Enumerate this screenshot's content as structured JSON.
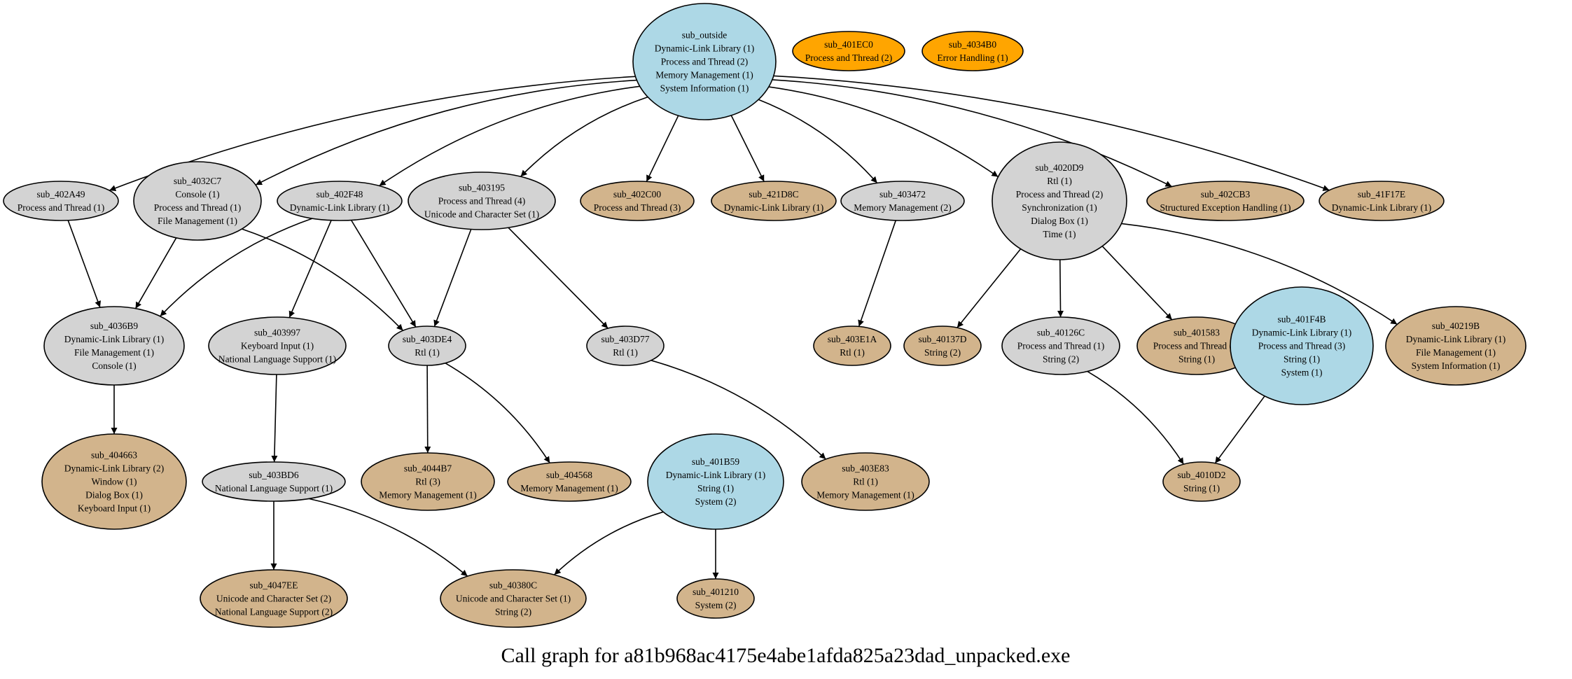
{
  "title": "Call graph for a81b968ac4175e4abe1afda825a23dad_unpacked.exe",
  "colors": {
    "lightblue": "#add8e6",
    "lightgray": "#d3d3d3",
    "tan": "#d2b48c",
    "orange": "#ffa500",
    "stroke": "#000000"
  },
  "nodes": [
    {
      "id": "sub_outside",
      "color": "lightblue",
      "lines": [
        "sub_outside",
        "Dynamic-Link Library (1)",
        "Process and Thread (2)",
        "Memory Management (1)",
        "System Information (1)"
      ]
    },
    {
      "id": "sub_401EC0",
      "color": "orange",
      "lines": [
        "sub_401EC0",
        "Process and Thread (2)"
      ]
    },
    {
      "id": "sub_4034B0",
      "color": "orange",
      "lines": [
        "sub_4034B0",
        "Error Handling (1)"
      ]
    },
    {
      "id": "sub_402A49",
      "color": "lightgray",
      "lines": [
        "sub_402A49",
        "Process and Thread (1)"
      ]
    },
    {
      "id": "sub_4032C7",
      "color": "lightgray",
      "lines": [
        "sub_4032C7",
        "Console (1)",
        "Process and Thread (1)",
        "File Management (1)"
      ]
    },
    {
      "id": "sub_402F48",
      "color": "lightgray",
      "lines": [
        "sub_402F48",
        "Dynamic-Link Library (1)"
      ]
    },
    {
      "id": "sub_403195",
      "color": "lightgray",
      "lines": [
        "sub_403195",
        "Process and Thread (4)",
        "Unicode and Character Set (1)"
      ]
    },
    {
      "id": "sub_402C00",
      "color": "tan",
      "lines": [
        "sub_402C00",
        "Process and Thread (3)"
      ]
    },
    {
      "id": "sub_421D8C",
      "color": "tan",
      "lines": [
        "sub_421D8C",
        "Dynamic-Link Library (1)"
      ]
    },
    {
      "id": "sub_403472",
      "color": "lightgray",
      "lines": [
        "sub_403472",
        "Memory Management (2)"
      ]
    },
    {
      "id": "sub_4020D9",
      "color": "lightgray",
      "lines": [
        "sub_4020D9",
        "Rtl (1)",
        "Process and Thread (2)",
        "Synchronization (1)",
        "Dialog Box (1)",
        "Time (1)"
      ]
    },
    {
      "id": "sub_402CB3",
      "color": "tan",
      "lines": [
        "sub_402CB3",
        "Structured Exception Handling (1)"
      ]
    },
    {
      "id": "sub_41F17E",
      "color": "tan",
      "lines": [
        "sub_41F17E",
        "Dynamic-Link Library (1)"
      ]
    },
    {
      "id": "sub_4036B9",
      "color": "lightgray",
      "lines": [
        "sub_4036B9",
        "Dynamic-Link Library (1)",
        "File Management (1)",
        "Console (1)"
      ]
    },
    {
      "id": "sub_403997",
      "color": "lightgray",
      "lines": [
        "sub_403997",
        "Keyboard Input (1)",
        "National Language Support (1)"
      ]
    },
    {
      "id": "sub_403DE4",
      "color": "lightgray",
      "lines": [
        "sub_403DE4",
        "Rtl (1)"
      ]
    },
    {
      "id": "sub_403D77",
      "color": "lightgray",
      "lines": [
        "sub_403D77",
        "Rtl (1)"
      ]
    },
    {
      "id": "sub_403E1A",
      "color": "tan",
      "lines": [
        "sub_403E1A",
        "Rtl (1)"
      ]
    },
    {
      "id": "sub_40137D",
      "color": "tan",
      "lines": [
        "sub_40137D",
        "String (2)"
      ]
    },
    {
      "id": "sub_40126C",
      "color": "lightgray",
      "lines": [
        "sub_40126C",
        "Process and Thread (1)",
        "String (2)"
      ]
    },
    {
      "id": "sub_401583",
      "color": "tan",
      "lines": [
        "sub_401583",
        "Process and Thread (1)",
        "String (1)"
      ]
    },
    {
      "id": "sub_401F4B",
      "color": "lightblue",
      "lines": [
        "sub_401F4B",
        "Dynamic-Link Library (1)",
        "Process and Thread (3)",
        "String (1)",
        "System (1)"
      ]
    },
    {
      "id": "sub_40219B",
      "color": "tan",
      "lines": [
        "sub_40219B",
        "Dynamic-Link Library (1)",
        "File Management (1)",
        "System Information (1)"
      ]
    },
    {
      "id": "sub_404663",
      "color": "tan",
      "lines": [
        "sub_404663",
        "Dynamic-Link Library (2)",
        "Window (1)",
        "Dialog Box (1)",
        "Keyboard Input (1)"
      ]
    },
    {
      "id": "sub_403BD6",
      "color": "lightgray",
      "lines": [
        "sub_403BD6",
        "National Language Support (1)"
      ]
    },
    {
      "id": "sub_4044B7",
      "color": "tan",
      "lines": [
        "sub_4044B7",
        "Rtl (3)",
        "Memory Management (1)"
      ]
    },
    {
      "id": "sub_404568",
      "color": "tan",
      "lines": [
        "sub_404568",
        "Memory Management (1)"
      ]
    },
    {
      "id": "sub_401B59",
      "color": "lightblue",
      "lines": [
        "sub_401B59",
        "Dynamic-Link Library (1)",
        "String (1)",
        "System (2)"
      ]
    },
    {
      "id": "sub_403E83",
      "color": "tan",
      "lines": [
        "sub_403E83",
        "Rtl (1)",
        "Memory Management (1)"
      ]
    },
    {
      "id": "sub_4010D2",
      "color": "tan",
      "lines": [
        "sub_4010D2",
        "String (1)"
      ]
    },
    {
      "id": "sub_4047EE",
      "color": "tan",
      "lines": [
        "sub_4047EE",
        "Unicode and Character Set (2)",
        "National Language Support (2)"
      ]
    },
    {
      "id": "sub_40380C",
      "color": "tan",
      "lines": [
        "sub_40380C",
        "Unicode and Character Set (1)",
        "String (2)"
      ]
    },
    {
      "id": "sub_401210",
      "color": "tan",
      "lines": [
        "sub_401210",
        "System (2)"
      ]
    }
  ],
  "edges": [
    {
      "from": "sub_outside",
      "to": "sub_402A49"
    },
    {
      "from": "sub_outside",
      "to": "sub_4032C7"
    },
    {
      "from": "sub_outside",
      "to": "sub_402F48"
    },
    {
      "from": "sub_outside",
      "to": "sub_403195"
    },
    {
      "from": "sub_outside",
      "to": "sub_402C00"
    },
    {
      "from": "sub_outside",
      "to": "sub_421D8C"
    },
    {
      "from": "sub_outside",
      "to": "sub_403472"
    },
    {
      "from": "sub_outside",
      "to": "sub_4020D9"
    },
    {
      "from": "sub_outside",
      "to": "sub_402CB3"
    },
    {
      "from": "sub_outside",
      "to": "sub_41F17E"
    },
    {
      "from": "sub_402A49",
      "to": "sub_4036B9"
    },
    {
      "from": "sub_4032C7",
      "to": "sub_4036B9"
    },
    {
      "from": "sub_4032C7",
      "to": "sub_403DE4"
    },
    {
      "from": "sub_402F48",
      "to": "sub_4036B9"
    },
    {
      "from": "sub_402F48",
      "to": "sub_403997"
    },
    {
      "from": "sub_402F48",
      "to": "sub_403DE4"
    },
    {
      "from": "sub_403195",
      "to": "sub_403DE4"
    },
    {
      "from": "sub_403195",
      "to": "sub_403D77"
    },
    {
      "from": "sub_403472",
      "to": "sub_403E1A"
    },
    {
      "from": "sub_4020D9",
      "to": "sub_40137D"
    },
    {
      "from": "sub_4020D9",
      "to": "sub_40126C"
    },
    {
      "from": "sub_4020D9",
      "to": "sub_401583"
    },
    {
      "from": "sub_4020D9",
      "to": "sub_40219B"
    },
    {
      "from": "sub_4036B9",
      "to": "sub_404663"
    },
    {
      "from": "sub_403997",
      "to": "sub_403BD6"
    },
    {
      "from": "sub_403DE4",
      "to": "sub_4044B7"
    },
    {
      "from": "sub_403DE4",
      "to": "sub_404568"
    },
    {
      "from": "sub_403D77",
      "to": "sub_403E83"
    },
    {
      "from": "sub_40126C",
      "to": "sub_4010D2"
    },
    {
      "from": "sub_401F4B",
      "to": "sub_4010D2"
    },
    {
      "from": "sub_403BD6",
      "to": "sub_4047EE"
    },
    {
      "from": "sub_403BD6",
      "to": "sub_40380C"
    },
    {
      "from": "sub_401B59",
      "to": "sub_40380C"
    },
    {
      "from": "sub_401B59",
      "to": "sub_401210"
    }
  ]
}
